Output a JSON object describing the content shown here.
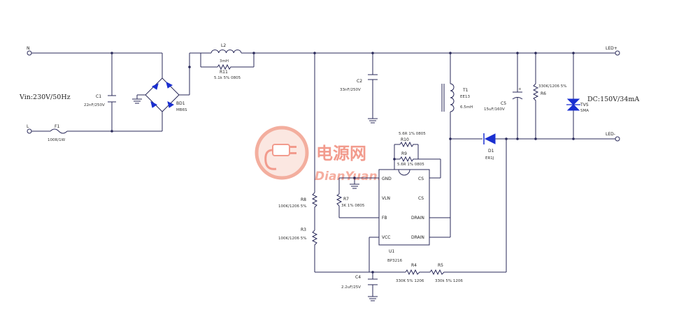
{
  "inputs": {
    "n": "N",
    "l": "L",
    "vin": "Vin:230V/50Hz"
  },
  "outputs": {
    "pos": "LED+",
    "neg": "LED-",
    "dc": "DC:150V/34mA"
  },
  "components": {
    "c1": {
      "ref": "C1",
      "value": "22nF/250V"
    },
    "f1": {
      "ref": "F1",
      "value": "100R/1W"
    },
    "bd1": {
      "ref": "BD1",
      "value": "MB6S"
    },
    "l2": {
      "ref": "L2",
      "value": "3mH"
    },
    "r11": {
      "ref": "R11",
      "value": "5.1k 5% 0805"
    },
    "c2": {
      "ref": "C2",
      "value": "33nF/250V"
    },
    "t1": {
      "ref": "T1",
      "value": "EE13",
      "value2": "6.5mH"
    },
    "c5": {
      "ref": "C5",
      "value": "15uF/160V"
    },
    "r6": {
      "ref": "R6",
      "value": "330K/1206 5%"
    },
    "tvs": {
      "ref": "TVS",
      "value": "SMA"
    },
    "d1": {
      "ref": "D1",
      "value": "ER1J"
    },
    "r10": {
      "ref": "R10",
      "value": "5.6R 1% 0805"
    },
    "r9": {
      "ref": "R9",
      "value": "5.6R 1% 0805"
    },
    "r7": {
      "ref": "R7",
      "value": "3K 1% 0805"
    },
    "r8": {
      "ref": "R8",
      "value": "100K/1206 5%"
    },
    "r3": {
      "ref": "R3",
      "value": "100K/1206 5%"
    },
    "u1": {
      "ref": "U1",
      "value": "BP3216"
    },
    "c4": {
      "ref": "C4",
      "value": "2.2uF/25V"
    },
    "r4": {
      "ref": "R4",
      "value": "330K 5% 1206"
    },
    "r5": {
      "ref": "R5",
      "value": "330k 5% 1206"
    }
  },
  "ic_pins": {
    "left": [
      "GND",
      "VLN",
      "FB",
      "VCC"
    ],
    "right": [
      "CS",
      "CS",
      "DRAIN",
      "DRAIN"
    ]
  },
  "watermark": {
    "brand": "电源网",
    "site": "DianYuan.com"
  },
  "colors": {
    "wire": "#2a2a5a",
    "bridge": "#1a2fd0",
    "watermark": "#f08a7a"
  }
}
